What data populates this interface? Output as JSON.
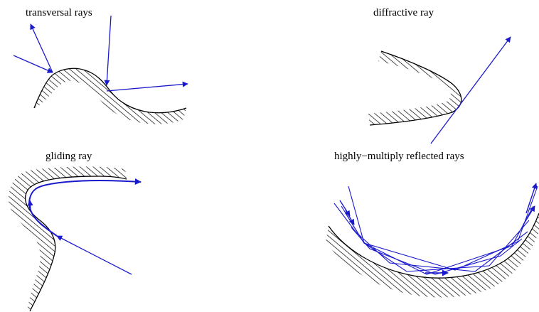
{
  "panels": [
    {
      "id": "transversal",
      "title": "transversal rays"
    },
    {
      "id": "diffractive",
      "title": "diffractive ray"
    },
    {
      "id": "gliding",
      "title": "gliding ray"
    },
    {
      "id": "multiply",
      "title": "highly−multiply reflected rays"
    }
  ],
  "colors": {
    "ray": "#1a1acc",
    "boundary": "#000000",
    "hatch": "#000000",
    "background": "#ffffff"
  }
}
